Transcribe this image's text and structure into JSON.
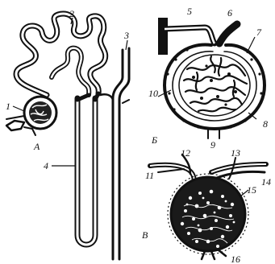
{
  "panels": {
    "a": {
      "letter": "А"
    },
    "b": {
      "letter": "Б"
    },
    "c": {
      "letter": "В"
    }
  },
  "labels": {
    "n1": "1",
    "n2": "2",
    "n3": "3",
    "n4": "4",
    "n5": "5",
    "n6": "6",
    "n7": "7",
    "n8": "8",
    "n9": "9",
    "n10": "10",
    "n11": "11",
    "n12": "12",
    "n13": "13",
    "n14": "14",
    "n15": "15",
    "n16": "16"
  }
}
